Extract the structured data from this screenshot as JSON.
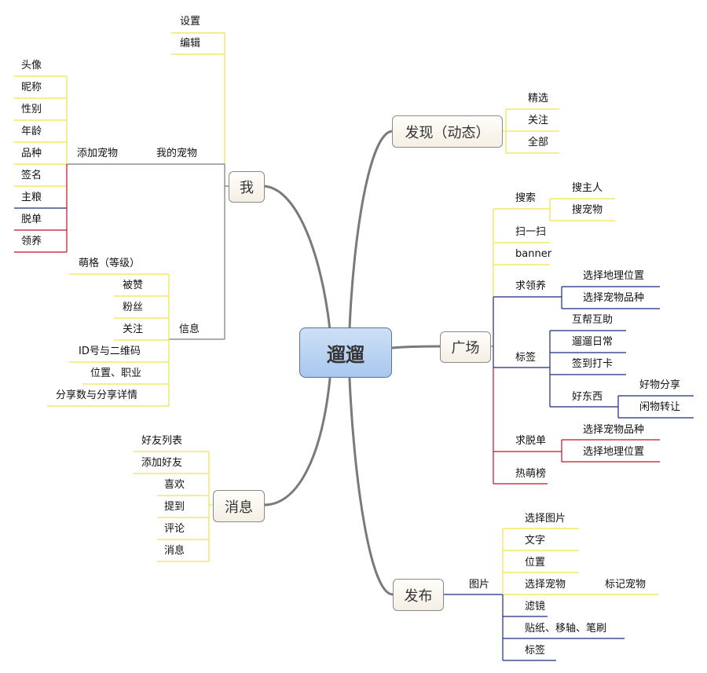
{
  "center": "遛遛",
  "colors": {
    "yellow": "#f0e44a",
    "navy": "#1c2a80",
    "red": "#c0102a",
    "gray": "#7a7a7a"
  },
  "me": {
    "label": "我",
    "settings": "设置",
    "edit": "编辑",
    "my_pets": "我的宠物",
    "add_pet": "添加宠物",
    "pet_fields": [
      "头像",
      "昵称",
      "性别",
      "年龄",
      "品种",
      "签名",
      "主粮",
      "脱单",
      "领养"
    ],
    "info": "信息",
    "info_items": [
      "萌格（等级）",
      "被赞",
      "粉丝",
      "关注",
      "ID号与二维码",
      "位置、职业",
      "分享数与分享详情"
    ]
  },
  "discover": {
    "label": "发现（动态）",
    "items": [
      "精选",
      "关注",
      "全部"
    ]
  },
  "square": {
    "label": "广场",
    "search": "搜索",
    "search_items": [
      "搜主人",
      "搜宠物"
    ],
    "scan": "扫一扫",
    "banner": "banner",
    "adopt": "求领养",
    "adopt_items": [
      "选择地理位置",
      "选择宠物品种"
    ],
    "tags": "标签",
    "tag_items": [
      "互帮互助",
      "遛遛日常",
      "签到打卡",
      "好东西"
    ],
    "good_items": [
      "好物分享",
      "闲物转让"
    ],
    "dating": "求脱单",
    "dating_items": [
      "选择宠物品种",
      "选择地理位置"
    ],
    "hot": "热萌榜"
  },
  "messages": {
    "label": "消息",
    "items": [
      "好友列表",
      "添加好友",
      "喜欢",
      "提到",
      "评论",
      "消息"
    ]
  },
  "publish": {
    "label": "发布",
    "image": "图片",
    "items": [
      "选择图片",
      "文字",
      "位置",
      "选择宠物",
      "滤镜",
      "贴纸、移轴、笔刷",
      "标签"
    ],
    "mark_pet": "标记宠物"
  }
}
